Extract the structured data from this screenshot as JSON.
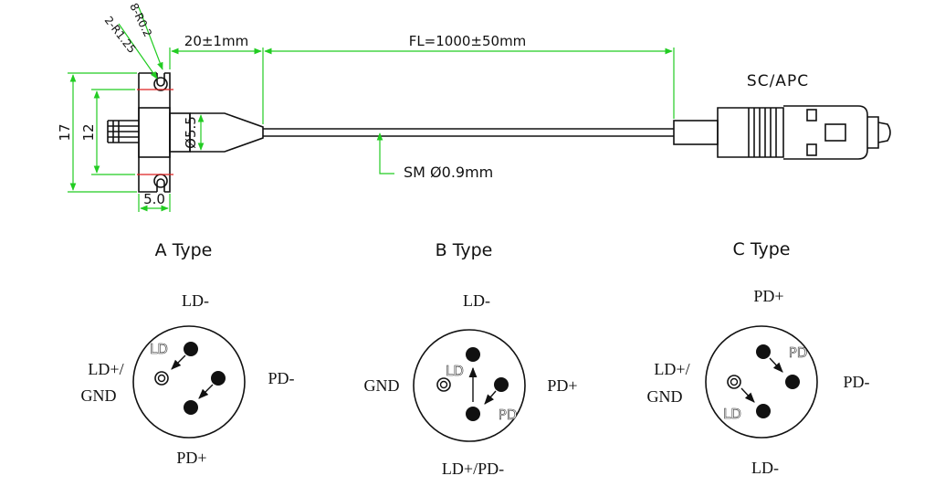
{
  "drawing": {
    "dims": {
      "flange_radius": "8-R0.2",
      "hole_radius": "2-R1.25",
      "height_outer": "17",
      "height_inner": "12",
      "diameter": "Ø5.5",
      "flange_width": "5.0",
      "stub_length": "20±1mm",
      "fiber_length": "FL=1000±50mm"
    },
    "connector": "SC/APC",
    "fiber": "SM Ø0.9mm"
  },
  "types": [
    {
      "title": "A Type",
      "top": "LD-",
      "left": [
        "LD+/",
        "GND"
      ],
      "right": "PD-",
      "bottom": "PD+",
      "chip_labels": [
        "LD"
      ]
    },
    {
      "title": "B Type",
      "top": "LD-",
      "left": [
        "GND"
      ],
      "right": "PD+",
      "bottom": "LD+/PD-",
      "chip_labels": [
        "LD",
        "PD"
      ]
    },
    {
      "title": "C Type",
      "top": "PD+",
      "left": [
        "LD+/",
        "GND"
      ],
      "right": "PD-",
      "bottom": "LD-",
      "chip_labels": [
        "PD",
        "LD"
      ]
    }
  ],
  "colors": {
    "dimension_lines": "#22cc22",
    "center_marks": "#dd2222",
    "ink": "#111111"
  }
}
